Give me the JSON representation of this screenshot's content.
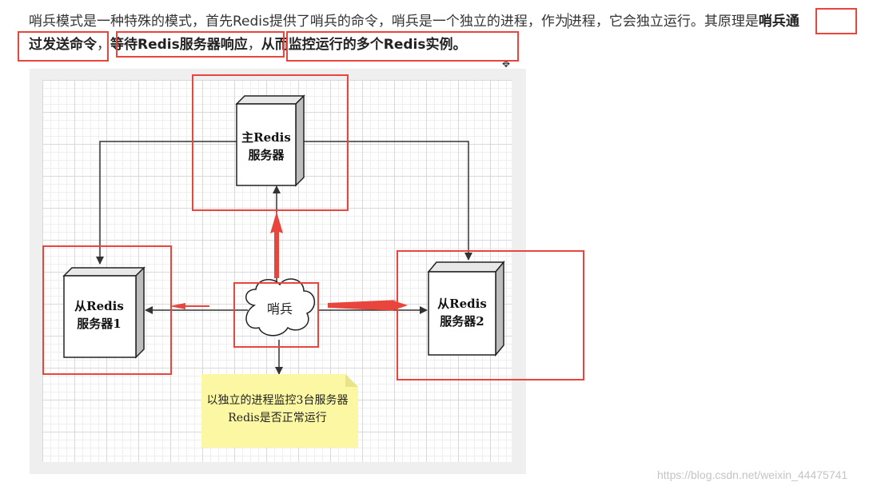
{
  "paragraph": {
    "line1_plain": "哨兵模式是一种特殊的模式，首先Redis提供了哨兵的命令，哨兵是一个独立的进程，作为进程，它会独立运行。其原理是",
    "line1_bold": "哨兵通",
    "line2_part1": "过发送命令",
    "line2_sep1": "，",
    "line2_part2": "等待Redis服务器响应",
    "line2_sep2": "，",
    "line2_part3": "从而监控运行的多个Redis实例。"
  },
  "diagram": {
    "master": {
      "line1": "主Redis",
      "line2": "服务器"
    },
    "slave1": {
      "line1": "从Redis",
      "line2": "服务器1"
    },
    "slave2": {
      "line1": "从Redis",
      "line2": "服务器2"
    },
    "sentinel": "哨兵",
    "note": "以独立的进程监控3台服务器Redis是否正常运行"
  },
  "watermark": "https://blog.csdn.net/weixin_44475741",
  "colors": {
    "highlight": "#e8453c",
    "note_bg": "#fbf7a2",
    "note_fold": "#e9e38a",
    "arrow": "#333333"
  }
}
